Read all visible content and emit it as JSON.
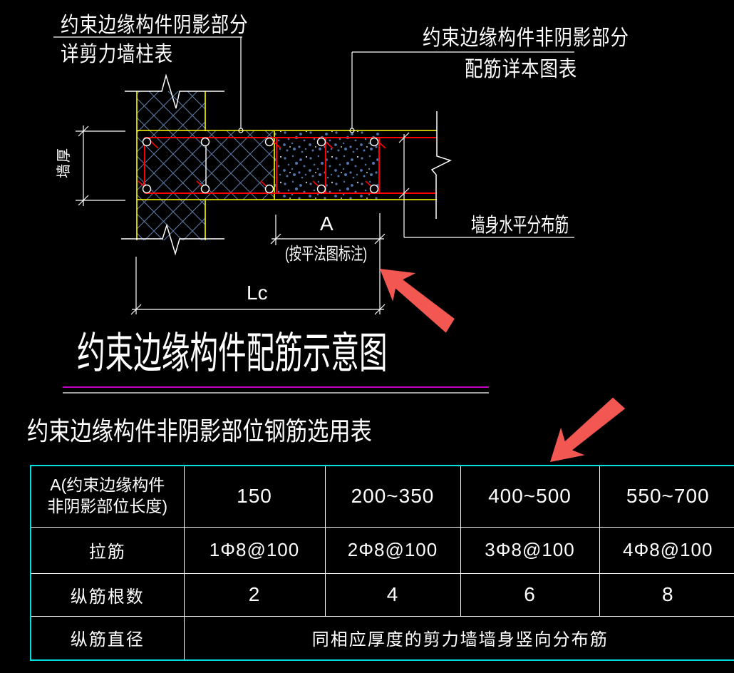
{
  "colors": {
    "background": "#000000",
    "text": "#ffffff",
    "wall_outline": "#ffff00",
    "rebar": "#ff0000",
    "hatch": "#5b79a4",
    "table_border": "#00dede",
    "title_underline": "#ff00ff",
    "arrow": "#f25752"
  },
  "callouts": {
    "shadow_part_line1": "约束边缘构件阴影部分",
    "shadow_part_line2": "详剪力墙柱表",
    "nonshadow_part_line1": "约束边缘构件非阴影部分",
    "nonshadow_part_line2": "配筋详本图表",
    "wall_thickness": "墙厚",
    "horizontal_bars": "墙身水平分布筋"
  },
  "dimensions": {
    "a_label": "A",
    "a_note": "(按平法图标注)",
    "lc_label": "Lc"
  },
  "diagram_title": "约束边缘构件配筋示意图",
  "table_title": "约束边缘构件非阴影部位钢筋选用表",
  "table": {
    "header_label_line1": "A(约束边缘构件",
    "header_label_line2": "非阴影部位长度)",
    "header_values": [
      "150",
      "200~350",
      "400~500",
      "550~700"
    ],
    "rows": [
      {
        "label": "拉筋",
        "values": [
          "1Φ8@100",
          "2Φ8@100",
          "3Φ8@100",
          "4Φ8@100"
        ]
      },
      {
        "label": "纵筋根数",
        "values": [
          "2",
          "4",
          "6",
          "8"
        ]
      },
      {
        "label": "纵筋直径",
        "span_value": "同相应厚度的剪力墙墙身竖向分布筋"
      }
    ]
  }
}
